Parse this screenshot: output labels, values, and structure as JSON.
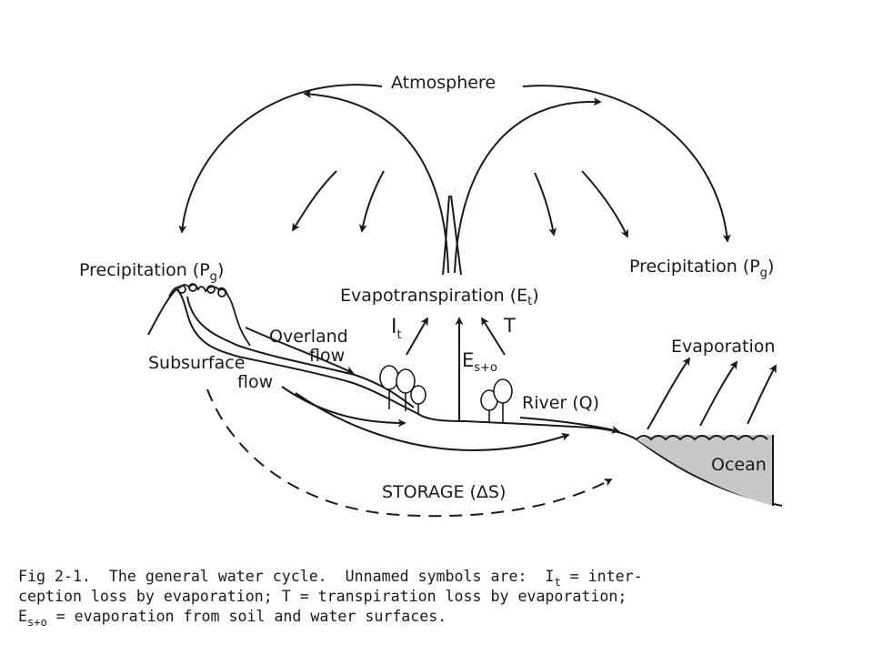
{
  "labels": {
    "atmosphere": "Atmosphere",
    "precipitation_left": "Precipitation (P",
    "precipitation_right": "Precipitation (P",
    "precip_sub": "g",
    "precip_close": ")",
    "evapotranspiration": "Evapotranspiration (E",
    "et_sub": "t",
    "et_close": ")",
    "interception_symbol": "I",
    "interception_sub": "t",
    "transpiration_symbol": "T",
    "soil_water_symbol": "E",
    "soil_water_sub": "s+o",
    "overland_flow_line1": "Overland",
    "overland_flow_line2": "flow",
    "subsurface_flow_line1": "Subsurface",
    "subsurface_flow_line2": "flow",
    "river": "River (Q)",
    "evaporation": "Evaporation",
    "ocean": "Ocean",
    "storage": "STORAGE (ΔS)"
  },
  "caption": {
    "line1_a": "Fig 2-1.  The general water cycle.  Unnamed symbols are:  I",
    "line1_sub": "t",
    "line1_b": " = inter-",
    "line2": "ception loss by evaporation; T = transpiration loss by evaporation;",
    "line3_a": "E",
    "line3_sub": "s+o",
    "line3_b": " = evaporation from soil and water surfaces."
  },
  "colors": {
    "ink": "#1a1a1a",
    "ocean_fill": "#c8c8c8"
  }
}
